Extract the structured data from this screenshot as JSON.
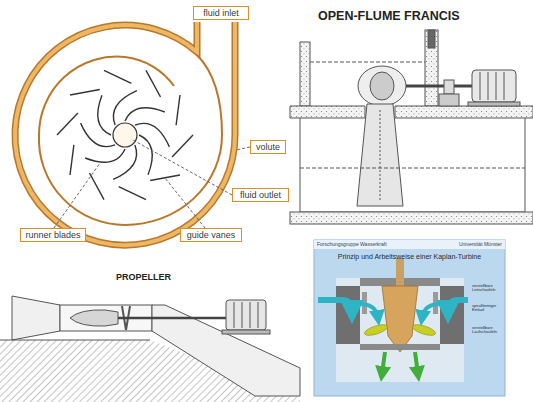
{
  "diagram": {
    "nodes": [
      {
        "text": [
          "fluid inlet"
        ]
      },
      {
        "text": [
          "volute"
        ]
      },
      {
        "text": [
          "fluid outlet"
        ]
      },
      {
        "text": [
          "runner blades"
        ]
      },
      {
        "text": [
          "guide vanes"
        ]
      },
      {
        "text": [
          "Forschungsgruppe Wasserkraft",
          "Universität Münster",
          "Prinzip und Arbeitsweise einer Kaplan-Turbine",
          "verstellbare Leitschaufeln",
          "spiralförmiger Einlauf",
          "verstellbare Laufschaufeln"
        ]
      }
    ],
    "labels": [
      "OPEN-FLUME FRANCIS",
      "PROPELLER"
    ]
  }
}
